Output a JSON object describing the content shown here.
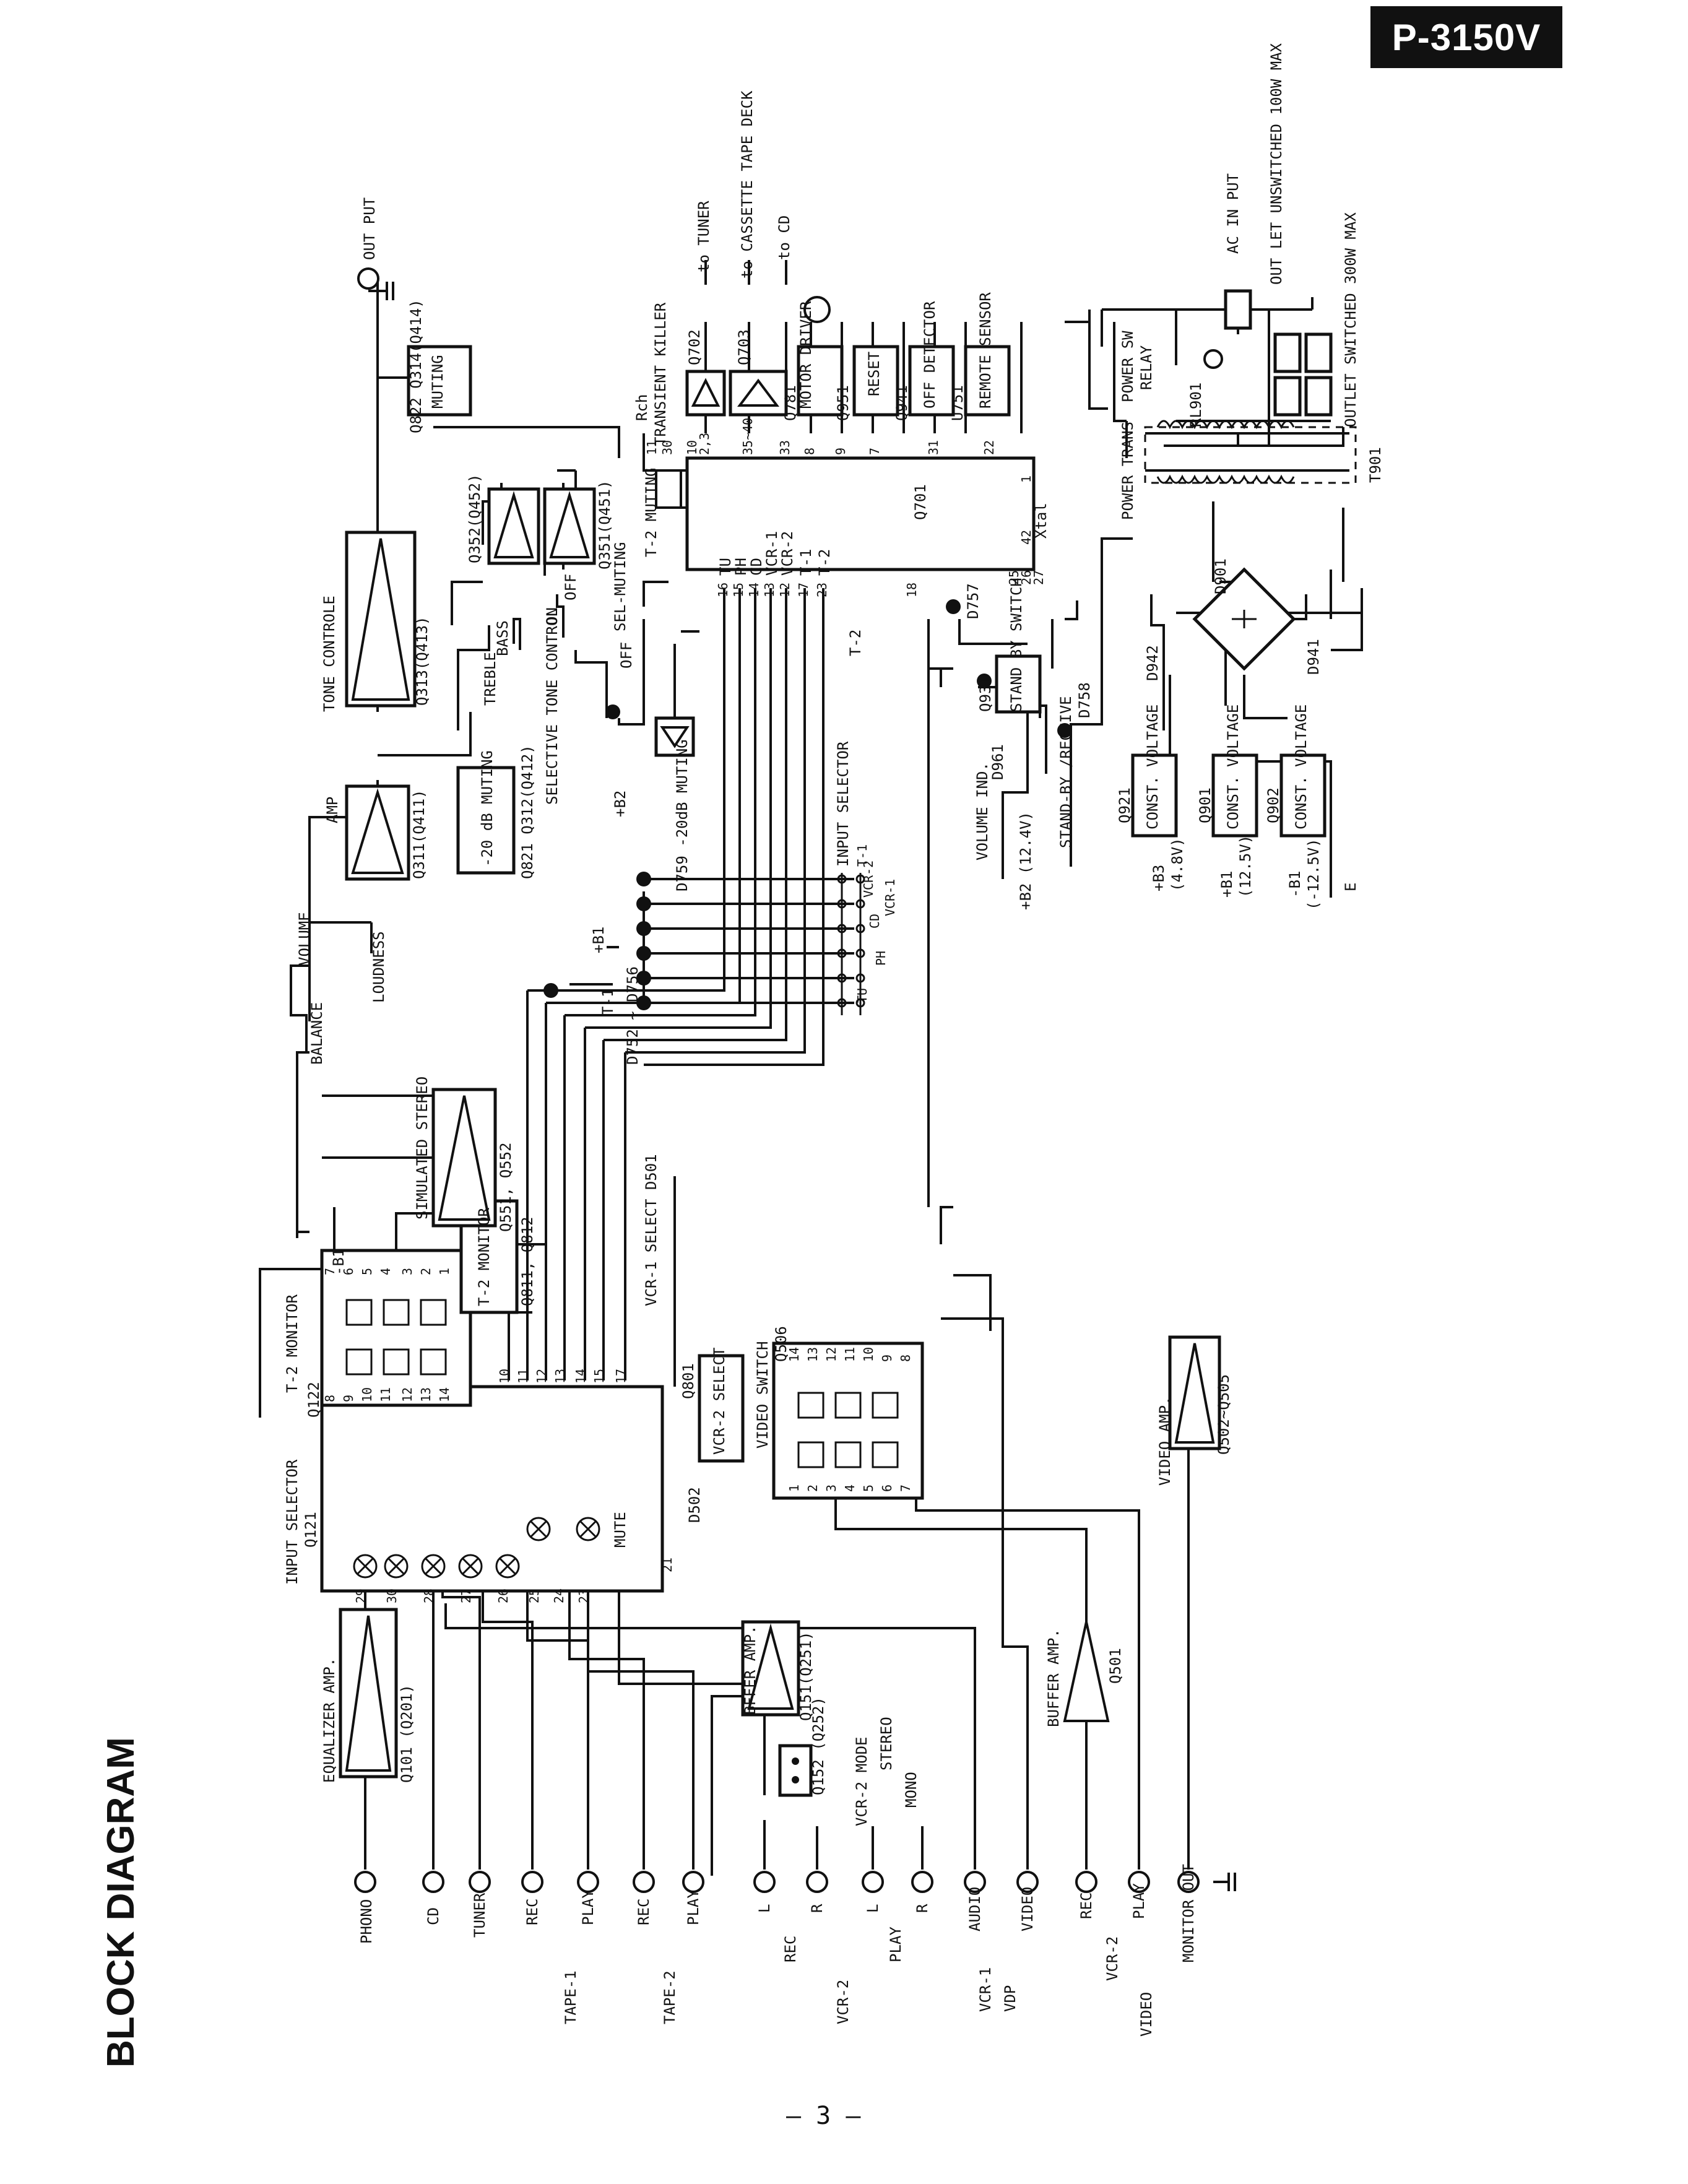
{
  "header": {
    "model": "P-3150V"
  },
  "title": "BLOCK DIAGRAM",
  "page_number": "– 3 –",
  "input_jacks": [
    {
      "label": "PHONO"
    },
    {
      "label": "CD"
    },
    {
      "label": "TUNER"
    },
    {
      "label": "REC"
    },
    {
      "label": "PLAY"
    },
    {
      "label": "REC"
    },
    {
      "label": "PLAY"
    },
    {
      "label": "L"
    },
    {
      "label": "R"
    },
    {
      "label": "L"
    },
    {
      "label": "R"
    },
    {
      "label": "AUDIO"
    },
    {
      "label": "VIDEO"
    },
    {
      "label": "REC"
    },
    {
      "label": "PLAY"
    },
    {
      "label": "MONITOR OUT"
    }
  ],
  "jack_groups": {
    "tape1": "TAPE-1",
    "tape2": "TAPE-2",
    "vcr2_audio": "VCR-2",
    "rec": "REC",
    "play": "PLAY",
    "vcr1": "VCR-1",
    "vdp": "VDP",
    "vcr2_video": "VCR-2",
    "video": "VIDEO"
  },
  "blocks": {
    "equalizer": {
      "name": "EQUALIZER AMP.",
      "ref": "Q101 (Q201)"
    },
    "input_selector": {
      "name": "INPUT SELECTOR",
      "ref": "Q121",
      "mute": "MUTE"
    },
    "buffer_amp": {
      "name": "BFFER AMP.",
      "ref": "Q151(Q251)"
    },
    "q152": "Q152 (Q252)",
    "buffer_amp_video": {
      "name": "BUFFER AMP.",
      "ref": "Q501"
    },
    "t2_monitor_ic": {
      "name": "T-2 MONITOR",
      "ref": "Q122"
    },
    "t2_monitor": {
      "name": "T-2 MONITOR",
      "ref": "Q811, Q812"
    },
    "vcr2_select": {
      "name": "VCR-2 SELECT",
      "ref": "Q801"
    },
    "video_switch": {
      "name": "VIDEO SWITCH",
      "ref": "Q506"
    },
    "video_amp": {
      "name": "VIDEO AMP.",
      "ref": "Q502~Q505"
    },
    "simulated_stereo": {
      "name": "SIMULATED STEREO",
      "ref": "Q551, Q552"
    },
    "amp": {
      "name": "AMP",
      "ref": "Q311(Q411)"
    },
    "muting_20db": {
      "name": "-20 dB MUTING",
      "ref": "Q821 Q312(Q412)"
    },
    "tone": {
      "name": "TONE CONTROLE",
      "ref": "Q313(Q413)"
    },
    "q352": "Q352(Q452)",
    "q351": "Q351(Q451)",
    "muting": {
      "name": "MUTING",
      "ref": "Q822 Q314(Q414)"
    },
    "mcu": {
      "ref": "Q701"
    },
    "motor_driver": {
      "name": "MOTOR DRIVER",
      "ref": "Q781"
    },
    "reset": {
      "name": "RESET",
      "ref": "Q951"
    },
    "off_detector": {
      "name": "OFF DETECTOR",
      "ref": "Q941"
    },
    "remote_sensor": {
      "name": "REMOTE SENSOR",
      "ref": "U751"
    },
    "standby_switch": {
      "name": "STAND BY SWITCH",
      "ref": "Q931"
    },
    "const1": {
      "name": "CONST. VOLTAGE",
      "ref": "Q921",
      "rail": "+B3",
      "volt": "(4.8V)"
    },
    "const2": {
      "name": "CONST. VOLTAGE",
      "ref": "Q901",
      "rail": "+B1",
      "volt": "(12.5V)"
    },
    "const3": {
      "name": "CONST. VOLTAGE",
      "ref": "Q902",
      "rail": "-B1",
      "volt": "(-12.5V)"
    },
    "q702": "Q702",
    "q703": "Q703"
  },
  "labels": {
    "output": "OUT PUT",
    "to_tuner": "to TUNER",
    "to_cassette": "to CASSETTE TAPE DECK",
    "to_cd": "to CD",
    "transient_killer": "TRANSIENT KILLER",
    "rch": "Rch",
    "t2_muting": "T-2 MUTING",
    "sel_muting": "SEL-MUTING",
    "selective_tone": "SELECTIVE TONE CONTROL",
    "treble": "TREBLE",
    "bass": "BASS",
    "on": "ON",
    "off": "OFF",
    "volume": "VOLUME",
    "balance": "BALANCE",
    "loudness": "LOUDNESS",
    "d759": "D759 -20dB MUTING",
    "input_selector_sw": "INPUT SELECTOR",
    "d752": "D752 ~ D756",
    "t1": "T-1",
    "b1": "+B1",
    "b2": "+B2",
    "minus_b1": "-B1",
    "b2_volt": "+B2 (12.4V)",
    "volume_ind": "VOLUME IND.",
    "d961": "D961",
    "d757": "D757",
    "d758": "D758",
    "standby_receive": "STAND-BY /RECEIVE",
    "t2": "T-2",
    "vcr1_select": "VCR-1 SELECT D501",
    "d502": "D502",
    "vcr2_mode": "VCR-2 MODE",
    "stereo": "STEREO",
    "mono": "MONO",
    "ac_input": "AC IN PUT",
    "outlet_unswitched": "OUT LET UNSWITCHED 100W MAX",
    "outlet_switched": "OUTLET SWITCHED 300W MAX",
    "power_sw": "POWER SW",
    "relay": "RELAY",
    "rl901": "RL901",
    "power_trans": "POWER TRANS",
    "t901": "T901",
    "d901": "D901",
    "d941": "D941",
    "d942": "D942",
    "xtal": "Xtal",
    "e": "E"
  },
  "switch_labels": [
    "TU",
    "PH",
    "CD",
    "VCR-1",
    "VCR-2",
    "T-1"
  ],
  "mcu_pins": [
    "TU",
    "PH",
    "CD",
    "VCR-1",
    "VCR-2",
    "T-1",
    "T-2"
  ],
  "mcu_pin_numbers": [
    "16",
    "15",
    "14",
    "13",
    "12",
    "17",
    "23",
    "18",
    "25",
    "26",
    "27",
    "10",
    "11",
    "30",
    "2,3",
    "35~40",
    "33",
    "8",
    "9",
    "7",
    "31",
    "22",
    "42",
    "1"
  ],
  "ic_pins": [
    "29",
    "30",
    "28",
    "27",
    "26",
    "25",
    "24",
    "23",
    "21",
    "10",
    "11",
    "12",
    "13",
    "14",
    "15",
    "17"
  ],
  "q122_pins": [
    "8",
    "9",
    "10",
    "11",
    "12",
    "13",
    "14",
    "7",
    "6",
    "5",
    "4",
    "3",
    "2",
    "1"
  ],
  "q506_pins": [
    "1",
    "2",
    "3",
    "4",
    "5",
    "6",
    "7",
    "14",
    "13",
    "12",
    "11",
    "10",
    "9",
    "8"
  ]
}
